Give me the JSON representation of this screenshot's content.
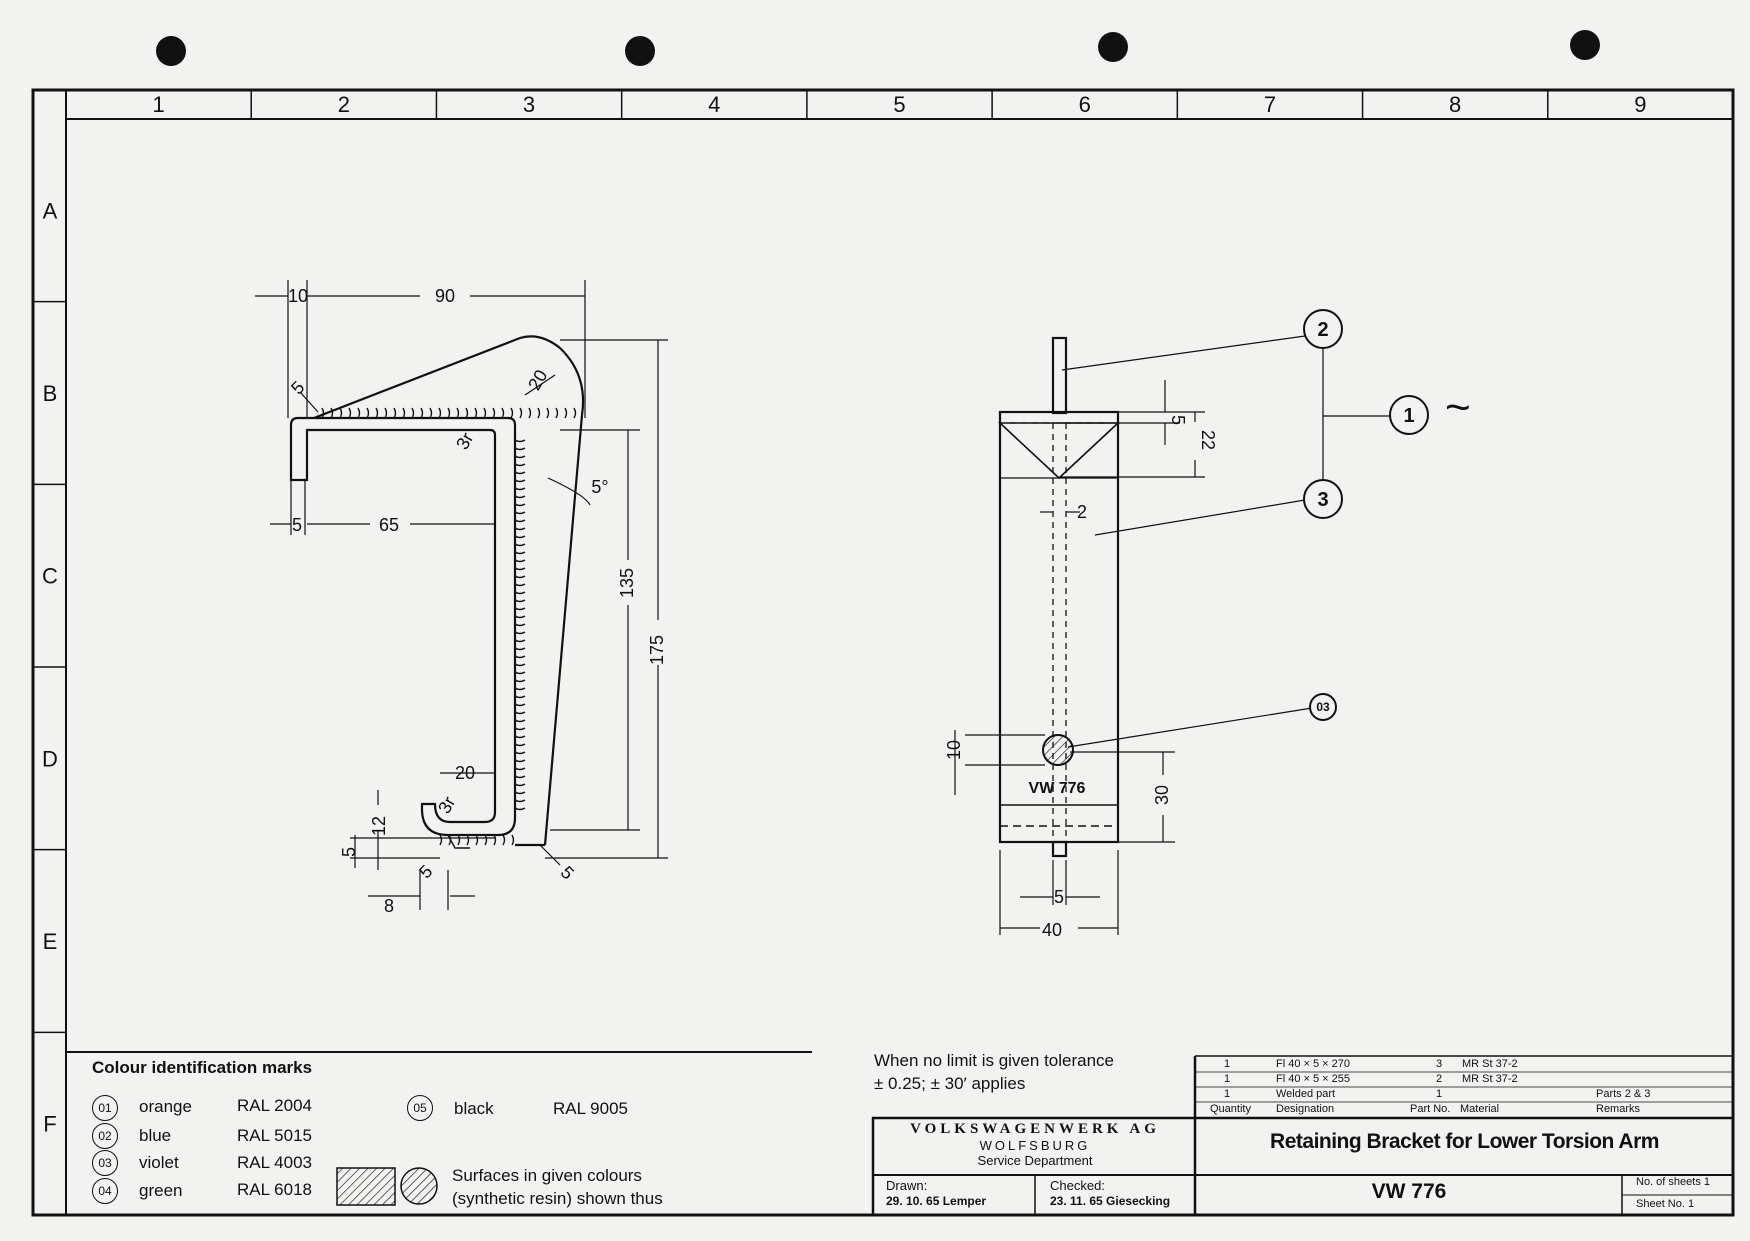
{
  "border": {
    "columns": [
      "1",
      "2",
      "3",
      "4",
      "5",
      "6",
      "7",
      "8",
      "9"
    ],
    "rows": [
      "A",
      "B",
      "C",
      "D",
      "E",
      "F"
    ]
  },
  "drawing": {
    "side_view_dims": [
      "10",
      "90",
      "5",
      "20",
      "3r",
      "5°",
      "5",
      "65",
      "135",
      "175",
      "20",
      "3r",
      "12",
      "5",
      "5",
      "8",
      "5"
    ],
    "front_view_dims": [
      "5",
      "22",
      "2",
      "10",
      "30",
      "5",
      "40"
    ],
    "front_view_label": "VW 776",
    "balloons": [
      "2",
      "1",
      "3",
      "03"
    ],
    "tilde": "~"
  },
  "legend": {
    "title": "Colour identification marks",
    "items": [
      {
        "code": "01",
        "name": "orange",
        "ral": "RAL 2004"
      },
      {
        "code": "02",
        "name": "blue",
        "ral": "RAL 5015"
      },
      {
        "code": "03",
        "name": "violet",
        "ral": "RAL 4003"
      },
      {
        "code": "04",
        "name": "green",
        "ral": "RAL 6018"
      },
      {
        "code": "05",
        "name": "black",
        "ral": "RAL 9005"
      }
    ],
    "surfaces_line1": "Surfaces in given colours",
    "surfaces_line2": "(synthetic resin) shown thus"
  },
  "tolerance": {
    "line1": "When no limit is given tolerance",
    "line2": "± 0.25; ± 30′ applies"
  },
  "parts_list": {
    "rows": [
      {
        "qty": "1",
        "designation": "Fl 40 × 5 × 270",
        "part_no": "3",
        "material": "MR St 37-2",
        "remarks": ""
      },
      {
        "qty": "1",
        "designation": "Fl 40 × 5 × 255",
        "part_no": "2",
        "material": "MR St 37-2",
        "remarks": ""
      },
      {
        "qty": "1",
        "designation": "Welded part",
        "part_no": "1",
        "material": "",
        "remarks": "Parts 2 & 3"
      }
    ],
    "headers": {
      "qty": "Quantity",
      "designation": "Designation",
      "part_no": "Part No.",
      "material": "Material",
      "remarks": "Remarks"
    }
  },
  "title_block": {
    "company": "VOLKSWAGENWERK AG",
    "city": "WOLFSBURG",
    "department": "Service Department",
    "drawn_label": "Drawn:",
    "drawn_value": "29. 10. 65  Lemper",
    "checked_label": "Checked:",
    "checked_value": "23. 11. 65  Giesecking",
    "title": "Retaining Bracket for Lower Torsion Arm",
    "number": "VW 776",
    "sheets_label": "No. of sheets 1",
    "sheet_no_label": "Sheet No. 1"
  }
}
